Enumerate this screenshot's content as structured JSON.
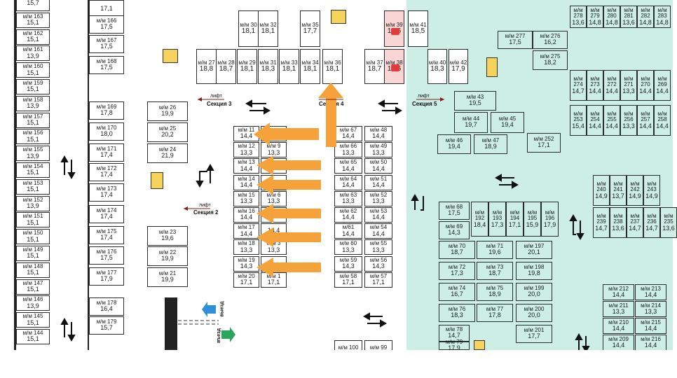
{
  "sections": {
    "s2": "Секция 2",
    "s3": "Секция 3",
    "s4": "Секция 4",
    "s5": "Секция 5"
  },
  "lift_label": "лифт",
  "road": {
    "exit": "выезд",
    "entry": "въезд"
  },
  "colors": {
    "teal": "#cdeee4",
    "orange": "#f5a23a",
    "red_spot": "#f9d6d4",
    "lock": "#e23b3b",
    "blue_arrow": "#2f8fd8",
    "green_arrow": "#2aa55a",
    "stair": "#f6d35a"
  },
  "left_column": [
    {
      "label": "",
      "area": "15,7"
    },
    {
      "label": "м/м 163",
      "area": "15,1"
    },
    {
      "label": "м/м 162",
      "area": "15,1"
    },
    {
      "label": "м/м 161",
      "area": "13,9"
    },
    {
      "label": "м/м 160",
      "area": "15,1"
    },
    {
      "label": "м/м 159",
      "area": "15,1"
    },
    {
      "label": "м/м 158",
      "area": "13,9"
    },
    {
      "label": "м/м 157",
      "area": "15,1"
    },
    {
      "label": "м/м 156",
      "area": "15,1"
    },
    {
      "label": "м/м 155",
      "area": "13,9"
    },
    {
      "label": "м/м 154",
      "area": "15,1"
    },
    {
      "label": "м/м 153",
      "area": "15,1"
    },
    {
      "label": "м/м 152",
      "area": "13,9"
    },
    {
      "label": "м/м 151",
      "area": "15,1"
    },
    {
      "label": "м/м 150",
      "area": "15,1"
    },
    {
      "label": "м/м 149",
      "area": "15,1"
    },
    {
      "label": "м/м 148",
      "area": "15,1"
    },
    {
      "label": "м/м 147",
      "area": "15,1"
    },
    {
      "label": "м/м 146",
      "area": "13,9"
    },
    {
      "label": "м/м 145",
      "area": "15,1"
    },
    {
      "label": "м/м 144",
      "area": "15,1"
    }
  ],
  "section3_column": [
    {
      "label": "",
      "area": "17,1"
    },
    {
      "label": "м/м 166",
      "area": "17,5"
    },
    {
      "label": "м/м 167",
      "area": "17,5"
    },
    {
      "label": "м/м 168",
      "area": "17,5"
    },
    {
      "label": "м/м 169",
      "area": "17,8"
    },
    {
      "label": "м/м 170",
      "area": "18,0"
    },
    {
      "label": "м/м 171",
      "area": "17,4"
    },
    {
      "label": "м/м 172",
      "area": "17,4"
    },
    {
      "label": "м/м 173",
      "area": "17,4"
    },
    {
      "label": "м/м 174",
      "area": "17,4"
    },
    {
      "label": "м/м 175",
      "area": "17,4"
    },
    {
      "label": "м/м 176",
      "area": "17,5"
    },
    {
      "label": "м/м 177",
      "area": "17,9"
    },
    {
      "label": "м/м 178",
      "area": "16,4"
    },
    {
      "label": "м/м 179",
      "area": "15,7"
    }
  ],
  "section3_inner": [
    {
      "label": "м/м 26",
      "area": "19,9"
    },
    {
      "label": "м/м 25",
      "area": "20,2"
    },
    {
      "label": "м/м 24",
      "area": "21,9"
    },
    {
      "label": "м/м 23",
      "area": "19,6"
    },
    {
      "label": "м/м 22",
      "area": "19,9"
    },
    {
      "label": "м/м 21",
      "area": "19,9"
    }
  ],
  "top_row": [
    {
      "label": "м/м 27",
      "area": "18,8"
    },
    {
      "label": "м/м 28",
      "area": "18,7"
    },
    {
      "label": "м/м 29",
      "area": "18,1"
    },
    {
      "label": "м/м 31",
      "area": "18,3"
    },
    {
      "label": "м/м 33",
      "area": "18,1"
    },
    {
      "label": "м/м 34",
      "area": "18,1"
    },
    {
      "label": "м/м 36",
      "area": "18,1"
    },
    {
      "label": "м/м 37",
      "area": "18,7"
    },
    {
      "label": "м/м 38",
      "area": "18,6"
    },
    {
      "label": "м/м 40",
      "area": "18,3"
    },
    {
      "label": "м/м 42",
      "area": "17,9"
    }
  ],
  "top_row_upper": [
    {
      "label": "м/м 30",
      "area": "18,1"
    },
    {
      "label": "м/м 32",
      "area": "18,1"
    },
    {
      "label": "м/м 35",
      "area": "17,7"
    },
    {
      "label": "м/м 39",
      "area": "17,6"
    },
    {
      "label": "м/м 41",
      "area": "18,5"
    }
  ],
  "center_left": [
    {
      "label": "м/м 11",
      "area": "14,4"
    },
    {
      "label": "м/м 12",
      "area": "13,3"
    },
    {
      "label": "м/м 13",
      "area": "14,4"
    },
    {
      "label": "м/м 14",
      "area": "14,4"
    },
    {
      "label": "м/м 15",
      "area": "13,3"
    },
    {
      "label": "м/м 16",
      "area": "14,4"
    },
    {
      "label": "м/м 17",
      "area": "14,4"
    },
    {
      "label": "м/м 18",
      "area": "13,3"
    },
    {
      "label": "м/м 19",
      "area": "14,3"
    },
    {
      "label": "м/м 20",
      "area": "17,1"
    }
  ],
  "center_right": [
    {
      "label": "",
      "area": ""
    },
    {
      "label": "м/м 9",
      "area": "13,3"
    },
    {
      "label": "",
      "area": "13,3"
    },
    {
      "label": "",
      "area": ""
    },
    {
      "label": "м/м 6",
      "area": "13,3"
    },
    {
      "label": "",
      "area": "14,4"
    },
    {
      "label": "",
      "area": "14,4"
    },
    {
      "label": "м/м 3",
      "area": "13,3"
    },
    {
      "label": "",
      "area": ""
    },
    {
      "label": "м/м 1",
      "area": "17,1"
    }
  ],
  "section4_left": [
    {
      "label": "м/м 67",
      "area": "14,4"
    },
    {
      "label": "м/м 66",
      "area": "13,3"
    },
    {
      "label": "м/м 65",
      "area": "14,4"
    },
    {
      "label": "м/м 64",
      "area": "14,4"
    },
    {
      "label": "м/м 63",
      "area": "13,3"
    },
    {
      "label": "м/м 62",
      "area": "14,4"
    },
    {
      "label": "м/61",
      "area": "14,4"
    },
    {
      "label": "м/м 60",
      "area": "13,3"
    },
    {
      "label": "м/м 59",
      "area": "14,3"
    },
    {
      "label": "м/м 58",
      "area": "17,1"
    },
    {
      "label": "м/м 100",
      "area": ""
    }
  ],
  "section4_right": [
    {
      "label": "м/м 48",
      "area": "14,4"
    },
    {
      "label": "м/м 49",
      "area": "13,3"
    },
    {
      "label": "м/м 50",
      "area": "14,4"
    },
    {
      "label": "м/м 51",
      "area": "14,4"
    },
    {
      "label": "м/м 52",
      "area": "13,3"
    },
    {
      "label": "м/м 53",
      "area": "14,4"
    },
    {
      "label": "м/м 54",
      "area": "14,4"
    },
    {
      "label": "м/м 55",
      "area": "13,3"
    },
    {
      "label": "м/м 56",
      "area": "14,3"
    },
    {
      "label": "м/м 57",
      "area": "17,1"
    },
    {
      "label": "м/м 99",
      "area": ""
    }
  ],
  "teal_top_right": {
    "row1_labels": [
      "278",
      "279",
      "280",
      "281",
      "282",
      "283"
    ],
    "row1_areas": [
      "13,6",
      "14,8",
      "14,8",
      "13,6",
      "14,8",
      "14,8"
    ],
    "row2_labels": [
      "274",
      "273",
      "272",
      "271",
      "270",
      "269"
    ],
    "row2_areas": [
      "14,7",
      "14,4",
      "14,4",
      "13,3",
      "14,4",
      "14,4"
    ],
    "row3_labels": [
      "253",
      "254",
      "255",
      "256",
      "257",
      "258"
    ],
    "row3_areas": [
      "15,4",
      "14,4",
      "14,4",
      "13,3",
      "14,4",
      "14,4"
    ]
  },
  "teal_mid_right": {
    "row1_labels": [
      "240",
      "241",
      "242",
      "243"
    ],
    "row1_areas": [
      "14,9",
      "13,7",
      "14,9",
      "14,9"
    ],
    "row2_labels": [
      "239",
      "238",
      "237",
      "236",
      "235"
    ],
    "row2_areas": [
      "14,7",
      "13,6",
      "14,7",
      "14,7",
      "13,6"
    ]
  },
  "section5_spots": [
    {
      "label": "м/м 277",
      "area": "17,5"
    },
    {
      "label": "м/м 276",
      "area": "16,2"
    },
    {
      "label": "м/м 275",
      "area": "18,2"
    },
    {
      "label": "м/м 43",
      "area": "19,5"
    },
    {
      "label": "м/м 44",
      "area": "19,7"
    },
    {
      "label": "м/м 45",
      "area": "19,4"
    },
    {
      "label": "м/м 46",
      "area": "19,4"
    },
    {
      "label": "м/м 47",
      "area": "18,9"
    },
    {
      "label": "м/м 252",
      "area": "17,1"
    }
  ],
  "teal_bottom_row": {
    "labels": [
      "192",
      "193",
      "194",
      "195",
      "196"
    ],
    "areas": [
      "18,4",
      "17,3",
      "17,1",
      "15,9",
      "17,9"
    ]
  },
  "teal_bottom_left": [
    {
      "label": "м/м 68",
      "area": "17,5"
    },
    {
      "label": "м/м 69",
      "area": "14,3"
    },
    {
      "label": "м/м 70",
      "area": "18,7"
    },
    {
      "label": "м/м 71",
      "area": "19,6"
    },
    {
      "label": "м/м 197",
      "area": "20,1"
    },
    {
      "label": "м/м 72",
      "area": "17,3"
    },
    {
      "label": "м/м 73",
      "area": "18,7"
    },
    {
      "label": "м/м 198",
      "area": "19,8"
    },
    {
      "label": "м/м 74",
      "area": "16,7"
    },
    {
      "label": "м/м 75",
      "area": "18,9"
    },
    {
      "label": "м/м 199",
      "area": "20,0"
    },
    {
      "label": "м/м 76",
      "area": "18,3"
    },
    {
      "label": "м/м 77",
      "area": "17,8"
    },
    {
      "label": "м/м 200",
      "area": "20,0"
    },
    {
      "label": "м/м 78",
      "area": "14,7"
    },
    {
      "label": "м/м 201",
      "area": "17,7"
    },
    {
      "label": "м/м 79",
      "area": "17,9"
    }
  ],
  "teal_bottom_right": [
    {
      "label": "м/м 212",
      "area": "14,4"
    },
    {
      "label": "м/м 213",
      "area": "14,4"
    },
    {
      "label": "м/м 211",
      "area": "13,3"
    },
    {
      "label": "м/м 214",
      "area": "13,3"
    },
    {
      "label": "м/м 210",
      "area": "14,4"
    },
    {
      "label": "м/м 215",
      "area": "14,4"
    },
    {
      "label": "м/м 209",
      "area": "14,4"
    },
    {
      "label": "м/м 216",
      "area": "14,4"
    }
  ]
}
